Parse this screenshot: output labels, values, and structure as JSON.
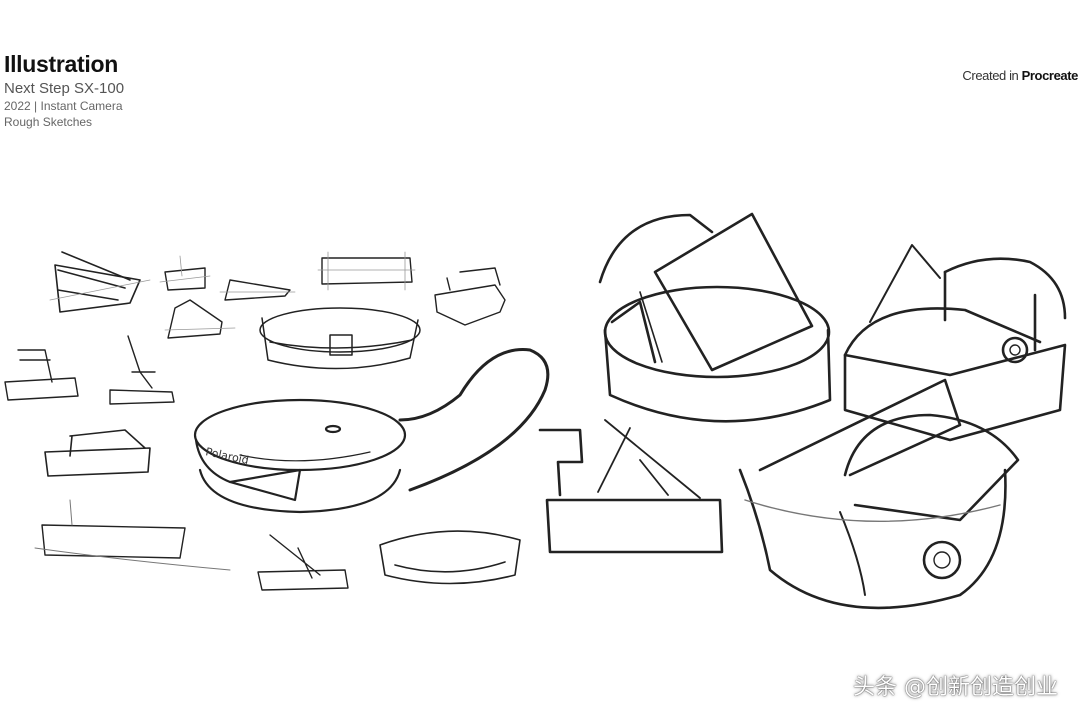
{
  "header": {
    "title": "Illustration",
    "subtitle": "Next Step SX-100",
    "meta": "2022  |  Instant Camera",
    "category": "Rough Sketches"
  },
  "credit": {
    "prefix": "Created in ",
    "app": "Procreate"
  },
  "sketch_label": "Polaroid",
  "watermark": "头条 @创新创造创业"
}
